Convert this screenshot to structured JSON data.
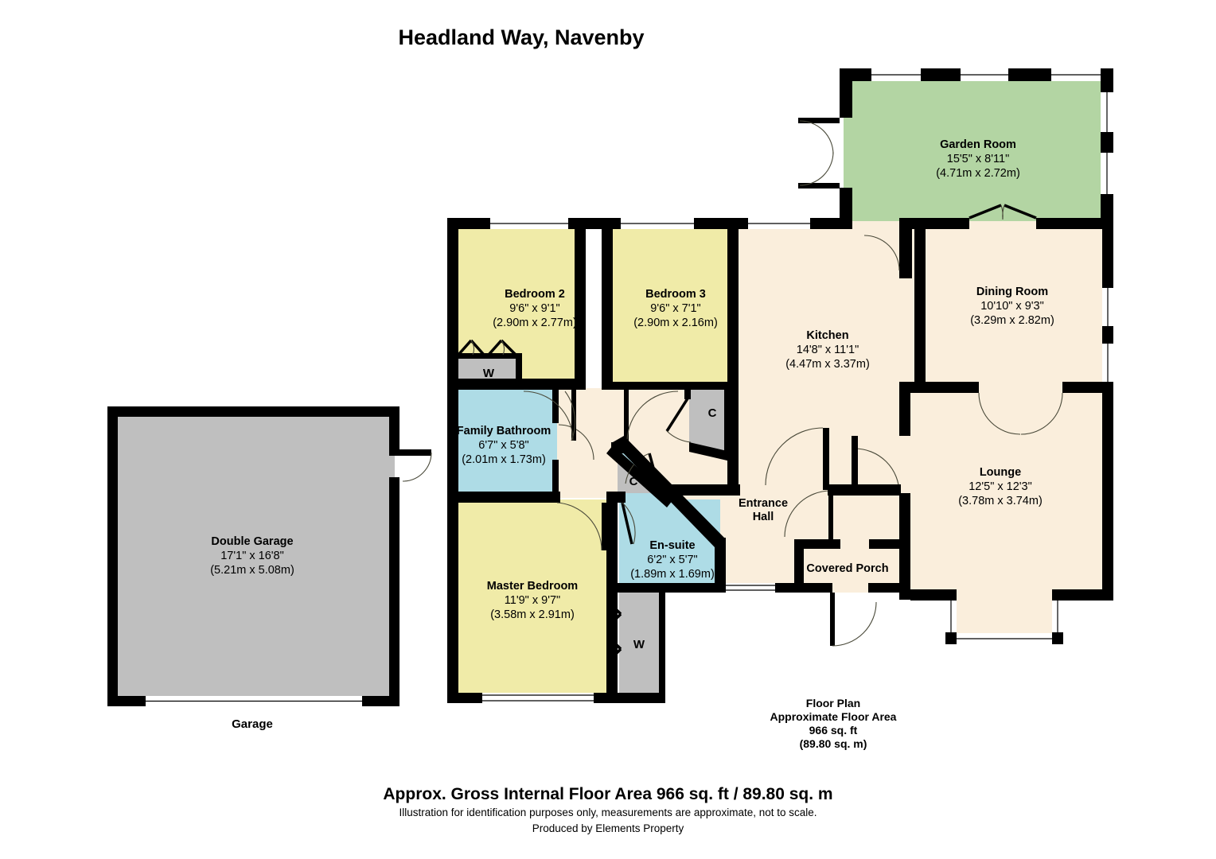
{
  "title": "Headland Way, Navenby",
  "colors": {
    "wall": "#000000",
    "bedroom_fill": "#F0EBA8",
    "bathroom_fill": "#AEDCE6",
    "garden_fill": "#B3D5A3",
    "living_fill": "#FAEEDC",
    "storage_fill": "#BFBFBF",
    "garage_fill": "#BFBFBF",
    "background": "#FFFFFF"
  },
  "rooms": [
    {
      "key": "garden_room",
      "name": "Garden Room",
      "dim_imperial": "15'5\" x 8'11\"",
      "dim_metric": "(4.71m x 2.72m)",
      "fill": "#B3D5A3"
    },
    {
      "key": "bedroom_2",
      "name": "Bedroom 2",
      "dim_imperial": "9'6\" x 9'1\"",
      "dim_metric": "(2.90m x 2.77m)",
      "fill": "#F0EBA8"
    },
    {
      "key": "bedroom_3",
      "name": "Bedroom 3",
      "dim_imperial": "9'6\" x 7'1\"",
      "dim_metric": "(2.90m x 2.16m)",
      "fill": "#F0EBA8"
    },
    {
      "key": "kitchen",
      "name": "Kitchen",
      "dim_imperial": "14'8\" x 11'1\"",
      "dim_metric": "(4.47m x 3.37m)",
      "fill": "#FAEEDC"
    },
    {
      "key": "dining_room",
      "name": "Dining Room",
      "dim_imperial": "10'10\" x 9'3\"",
      "dim_metric": "(3.29m x 2.82m)",
      "fill": "#FAEEDC"
    },
    {
      "key": "family_bathroom",
      "name": "Family Bathroom",
      "dim_imperial": "6'7\" x 5'8\"",
      "dim_metric": "(2.01m x 1.73m)",
      "fill": "#AEDCE6"
    },
    {
      "key": "lounge",
      "name": "Lounge",
      "dim_imperial": "12'5\" x 12'3\"",
      "dim_metric": "(3.78m x 3.74m)",
      "fill": "#FAEEDC"
    },
    {
      "key": "master_bedroom",
      "name": "Master Bedroom",
      "dim_imperial": "11'9\" x 9'7\"",
      "dim_metric": "(3.58m x 2.91m)",
      "fill": "#F0EBA8"
    },
    {
      "key": "en_suite",
      "name": "En-suite",
      "dim_imperial": "6'2\" x 5'7\"",
      "dim_metric": "(1.89m x 1.69m)",
      "fill": "#AEDCE6"
    },
    {
      "key": "double_garage",
      "name": "Double Garage",
      "dim_imperial": "17'1\" x 16'8\"",
      "dim_metric": "(5.21m x 5.08m)",
      "fill": "#BFBFBF"
    }
  ],
  "unlabeled_rooms": {
    "entrance_hall_line1": "Entrance",
    "entrance_hall_line2": "Hall",
    "covered_porch": "Covered Porch"
  },
  "storage_labels": {
    "wardrobe_bedroom2": "W",
    "wardrobe_master": "W",
    "cupboard_hall_upper": "C",
    "cupboard_hall_lower": "C"
  },
  "captions": {
    "garage": "Garage"
  },
  "floor_plan_block": {
    "line1": "Floor Plan",
    "line2": "Approximate Floor Area",
    "line3": "966 sq. ft",
    "line4": "(89.80 sq. m)"
  },
  "footer": {
    "main": "Approx. Gross Internal Floor Area 966 sq. ft / 89.80 sq. m",
    "disclaimer": "Illustration for identification purposes only, measurements are approximate, not to scale.",
    "producer": "Produced by Elements Property"
  }
}
